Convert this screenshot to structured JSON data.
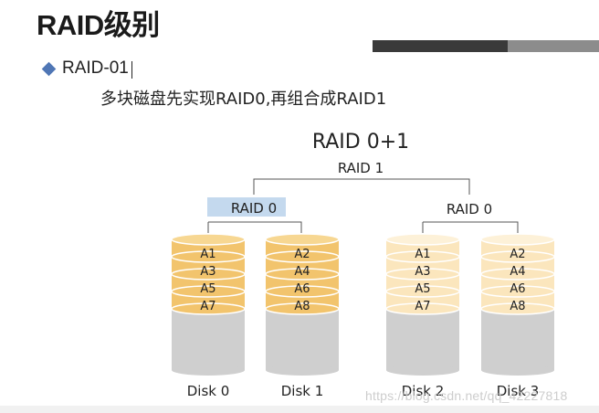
{
  "slide": {
    "title": "RAID级别",
    "bullet": "RAID-01",
    "description": "多块磁盘先实现RAID0,再组合成RAID1"
  },
  "diagram": {
    "title": "RAID 0+1",
    "top_label": "RAID 1",
    "groups": [
      {
        "label": "RAID 0",
        "highlighted": true
      },
      {
        "label": "RAID 0",
        "highlighted": false
      }
    ],
    "disks": [
      {
        "name": "Disk 0",
        "group": 0,
        "blocks": [
          "A1",
          "A3",
          "A5",
          "A7"
        ]
      },
      {
        "name": "Disk 1",
        "group": 0,
        "blocks": [
          "A2",
          "A4",
          "A6",
          "A8"
        ]
      },
      {
        "name": "Disk 2",
        "group": 1,
        "blocks": [
          "A1",
          "A3",
          "A5",
          "A7"
        ]
      },
      {
        "name": "Disk 3",
        "group": 1,
        "blocks": [
          "A2",
          "A4",
          "A6",
          "A8"
        ]
      }
    ]
  },
  "colors": {
    "bullet": "#4f76b5",
    "group0_block": "#f2c46d",
    "group0_top": "#f7d792",
    "group1_block": "#fbe6bd",
    "group1_top": "#fdf1d8",
    "disk_body": "#cfcfcf",
    "highlight": "#c4d9ee"
  },
  "watermark": "https://blog.csdn.net/qq_42227818"
}
